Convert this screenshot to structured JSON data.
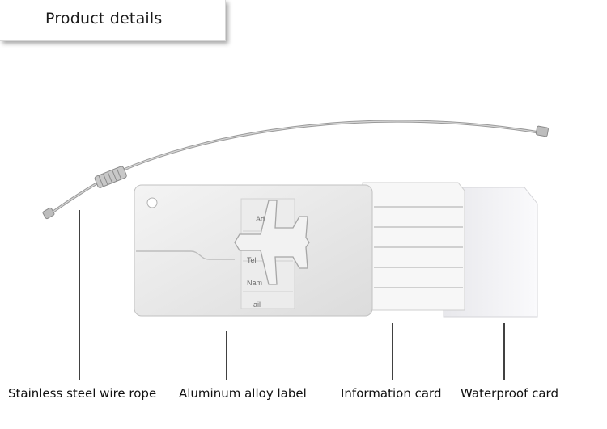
{
  "header": {
    "title": "Product details"
  },
  "label_card": {
    "line_texts": [
      "Ad",
      "Tel",
      "Nam",
      "ail"
    ]
  },
  "callouts": [
    {
      "id": "stainless-steel-wire-rope",
      "label": "Stainless steel wire rope"
    },
    {
      "id": "aluminum-alloy-label",
      "label": "Aluminum alloy label"
    },
    {
      "id": "information-card",
      "label": "Information card"
    },
    {
      "id": "waterproof-card",
      "label": "Waterproof card"
    }
  ],
  "colors": {
    "leader_line": "#111111",
    "aluminum": "#ebebeb",
    "card": "#f8f8f8",
    "waterproof": "#f4f4f6",
    "wire": "#a8a8a8"
  },
  "icons": {
    "airplane": "airplane-icon"
  }
}
